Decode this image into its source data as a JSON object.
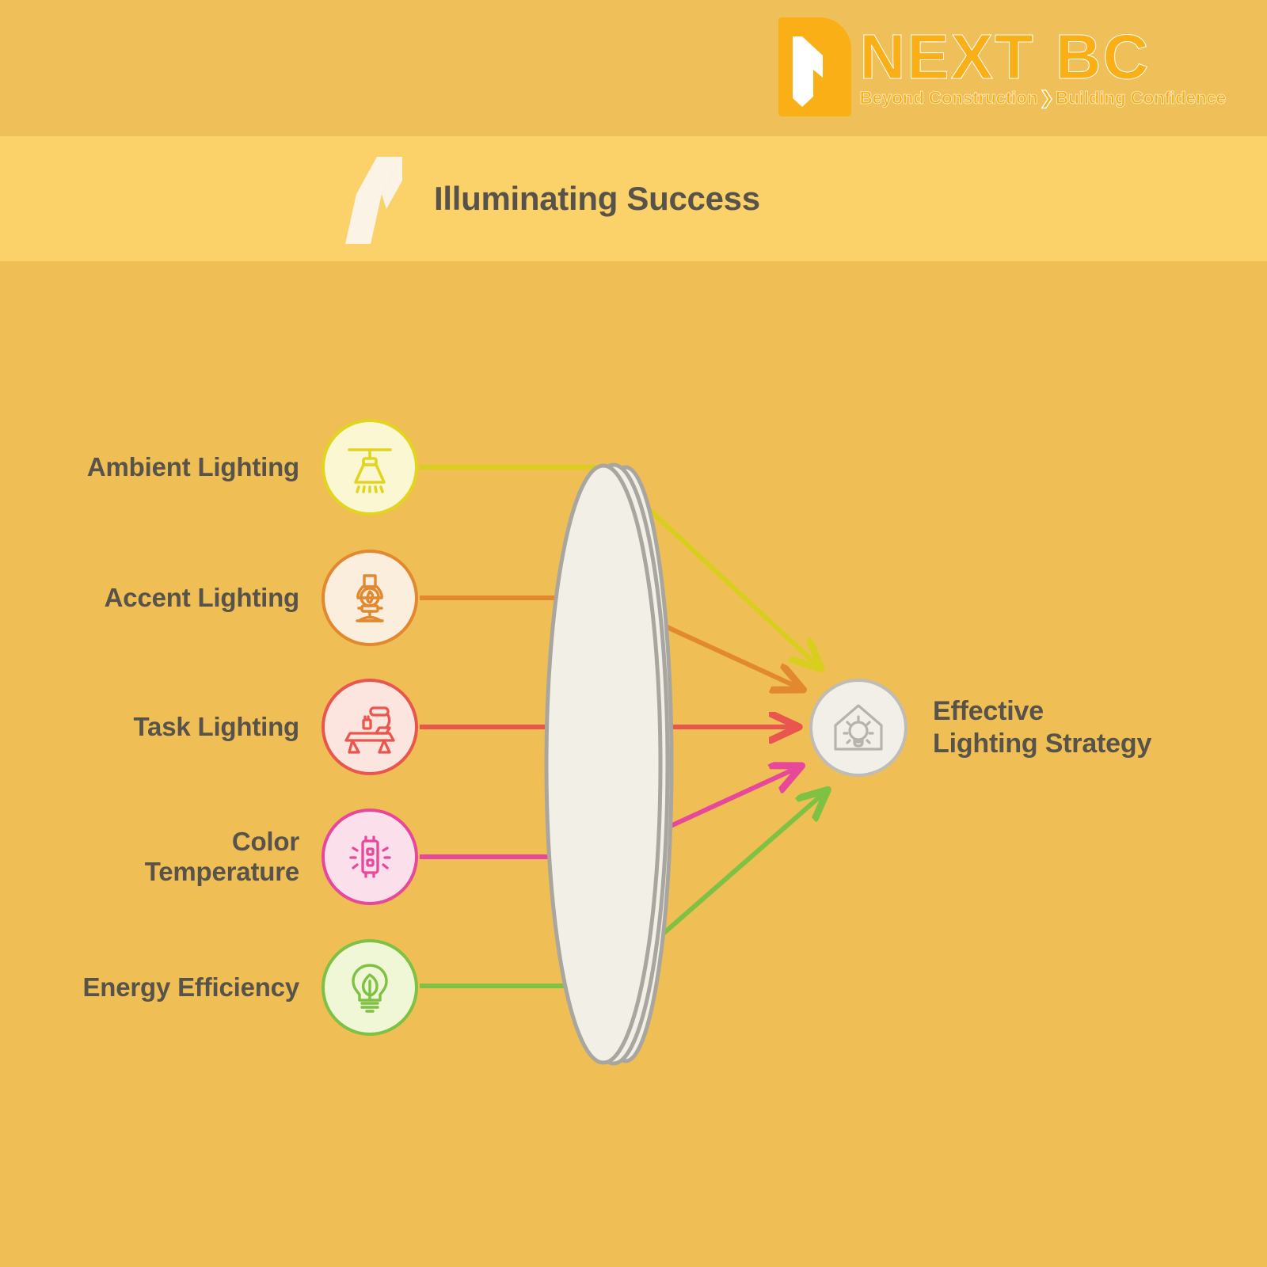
{
  "brand": {
    "logo_mark_icon": "next-bc-logo-mark",
    "name_primary": "NEXT",
    "name_secondary": "BC",
    "tagline_left": "Beyond Construction",
    "tagline_separator": "❯",
    "tagline_right": "Building Confidence",
    "color": "#FBAF17"
  },
  "header": {
    "icon": "double-chevron-ribbon-icon",
    "title": "Illuminating Success",
    "band_color": "#FBD26A",
    "title_color": "#58534A"
  },
  "diagram": {
    "background_color": "#EFBF56",
    "lens": {
      "icon": "lens-prism-shape",
      "fill": "#F2EFE7",
      "stroke": "#A7A49E"
    },
    "items": [
      {
        "label": "Ambient Lighting",
        "icon": "pendant-ceiling-lamp-icon",
        "color": "#E2D41F",
        "fill": "#FBF7D2"
      },
      {
        "label": "Accent Lighting",
        "icon": "oil-lantern-icon",
        "color": "#E2882F",
        "fill": "#FBEEDC"
      },
      {
        "label": "Task Lighting",
        "icon": "desk-task-lamp-icon",
        "color": "#E9564D",
        "fill": "#FCE5DF"
      },
      {
        "label": "Color Temperature",
        "label_line1": "Color",
        "label_line2": "Temperature",
        "icon": "led-chip-icon",
        "color": "#E7489A",
        "fill": "#FBE0EC"
      },
      {
        "label": "Energy Efficiency",
        "icon": "leaf-bulb-icon",
        "color": "#7FC142",
        "fill": "#F0F7D7"
      }
    ],
    "target": {
      "label_line1": "Effective",
      "label_line2": "Lighting Strategy",
      "icon": "house-bulb-icon",
      "color": "#BFBCB5",
      "fill": "#F2EFE8"
    }
  }
}
